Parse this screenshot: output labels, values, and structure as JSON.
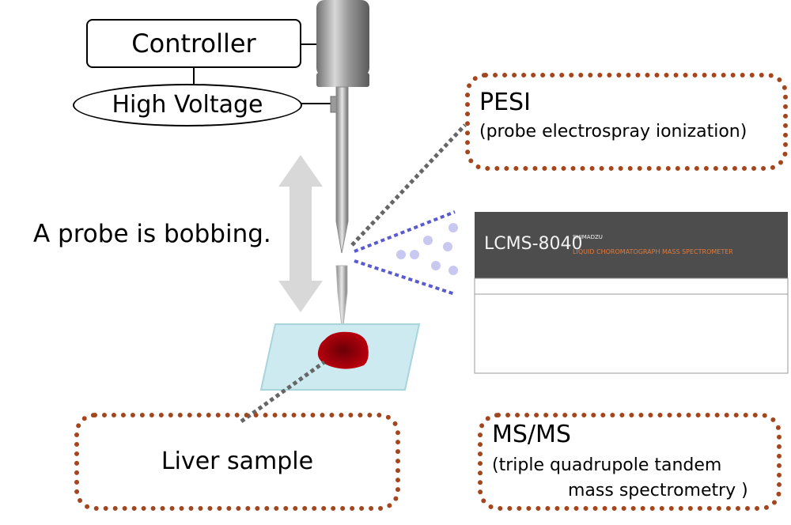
{
  "controller": {
    "label": "Controller"
  },
  "high_voltage": {
    "label": "High Voltage"
  },
  "probe_motion": {
    "caption": "A probe is bobbing."
  },
  "pesi": {
    "title": "PESI",
    "subtitle": "(probe electrospray ionization)"
  },
  "instrument": {
    "model": "LCMS-8040",
    "brand": "SHIMADZU",
    "description": "LIQUID CHOROMATOGRAPH MASS SPECTROMETER"
  },
  "sample": {
    "label": "Liver sample"
  },
  "msms": {
    "title": "MS/MS",
    "line1": "(triple quadrupole tandem",
    "line2": "mass spectrometry )"
  },
  "colors": {
    "callout_border": "#a4461d",
    "spray_dots": "#5a5ad0",
    "droplets": "#c8c8f0",
    "liver": "#b0000c",
    "instrument_panel": "#4d4d4d",
    "instrument_text": "#e07a3c"
  }
}
